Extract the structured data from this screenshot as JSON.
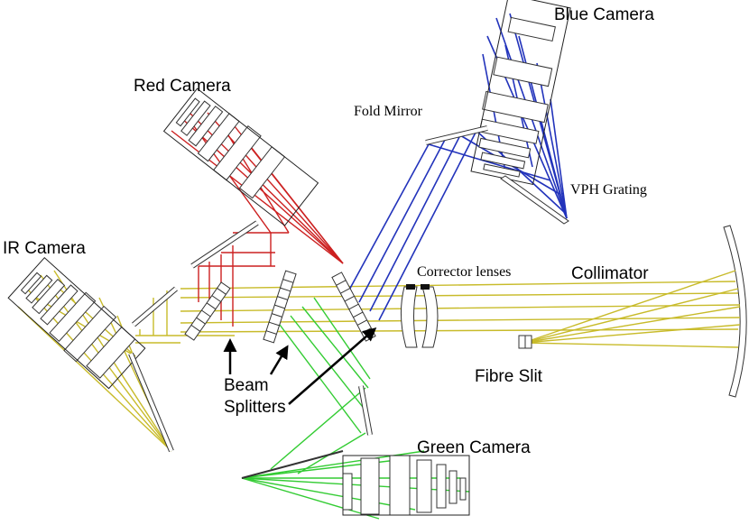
{
  "labels": {
    "blue_camera": "Blue Camera",
    "red_camera": "Red Camera",
    "ir_camera": "IR Camera",
    "green_camera": "Green Camera",
    "fold_mirror": "Fold Mirror",
    "vph_grating": "VPH Grating",
    "corrector_lenses": "Corrector lenses",
    "collimator": "Collimator",
    "fibre_slit": "Fibre Slit",
    "beam_splitters_line1": "Beam",
    "beam_splitters_line2": "Splitters"
  },
  "colors": {
    "yellow_beam": "#c8bb2a",
    "red_beam": "#cc2020",
    "blue_beam": "#2233bb",
    "green_beam": "#33cc33",
    "optics_outline": "#222222"
  }
}
